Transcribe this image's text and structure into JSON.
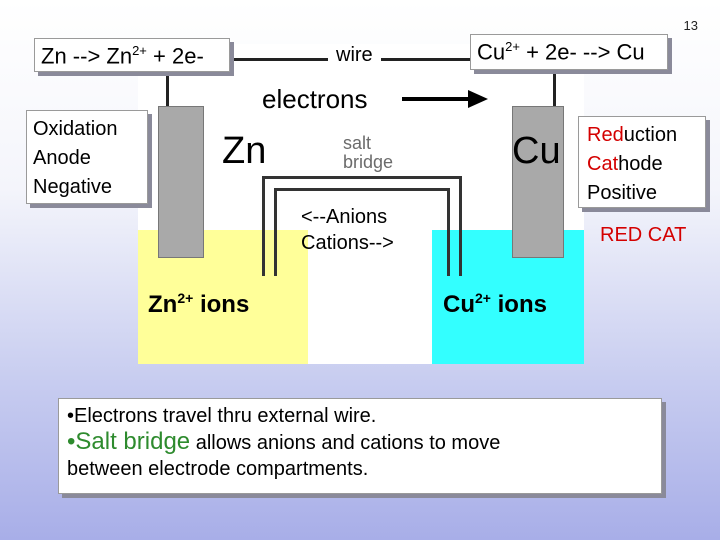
{
  "slide_number": "13",
  "left_equation": {
    "text": "Zn --> Zn",
    "sup": "2+",
    "rest": " + 2e-"
  },
  "right_equation": {
    "text": "Cu",
    "sup": "2+",
    "rest": " + 2e- --> Cu"
  },
  "wire_label": "wire",
  "electrons_label": "electrons",
  "left_box": {
    "line1": "Oxidation",
    "line2": "Anode",
    "line3": "Negative"
  },
  "right_box": {
    "line1_red": "Red",
    "line1_rest": "uction",
    "line2_red": "Cat",
    "line2_rest": "hode",
    "line3": "Positive"
  },
  "red_cat": "RED CAT",
  "zn_electrode": "Zn",
  "cu_electrode": "Cu",
  "salt_bridge": {
    "line1": "salt",
    "line2": "bridge"
  },
  "ion_flow": {
    "line1": "<--Anions",
    "line2": "Cations-->"
  },
  "zn_ions": {
    "text": "Zn",
    "sup": "2+",
    "rest": " ions"
  },
  "cu_ions": {
    "text": "Cu",
    "sup": "2+",
    "rest": " ions"
  },
  "notes": {
    "line1": "•Electrons travel thru external wire.",
    "line2_bullet": "•",
    "line2_green": "Salt bridge",
    "line2_rest": " allows anions and cations to move",
    "line3": "between electrode compartments."
  },
  "colors": {
    "zn_solution": "#ffff99",
    "cu_solution": "#33ffff",
    "electrode": "#a9a9a9",
    "salt_bridge_text": "#6b6b6b",
    "reduction_red": "#d40000",
    "salt_bridge_green": "#2e8b2e"
  }
}
